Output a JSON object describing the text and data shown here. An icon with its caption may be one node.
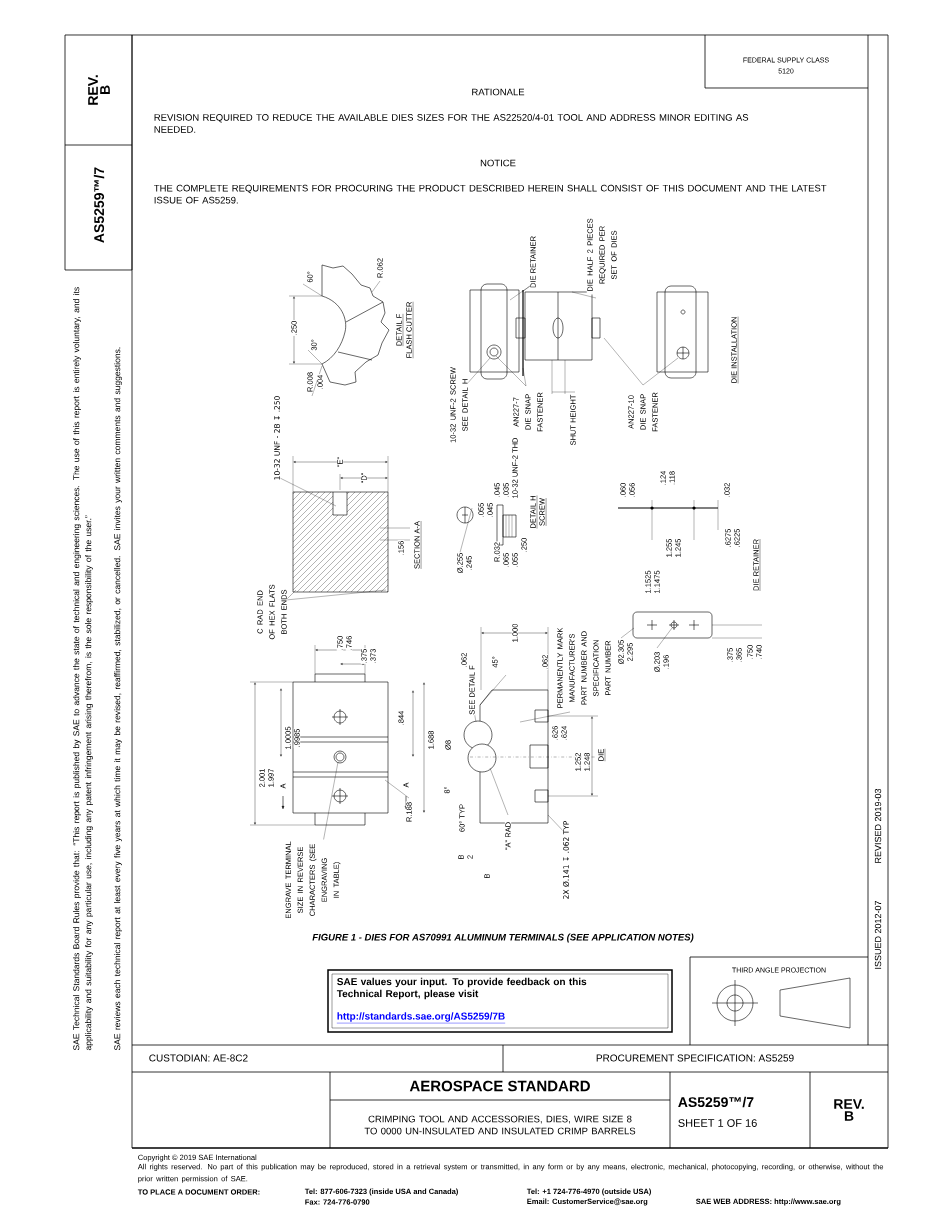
{
  "diagram": {
    "title": "AEROSPACE STANDARD",
    "caption": "FIGURE 1 - DIES FOR AS70991 ALUMINUM TERMINALS (SEE APPLICATION NOTES)",
    "labels": [
      "FEDERAL SUPPLY CLASS",
      "5120",
      "RATIONALE",
      "REVISION REQUIRED TO REDUCE THE AVAILABLE DIES SIZES FOR THE AS22520/4-01 TOOL AND ADDRESS MINOR EDITING AS NEEDED.",
      "NOTICE",
      "THE COMPLETE REQUIREMENTS FOR PROCURING THE PRODUCT DESCRIBED HEREIN SHALL CONSIST OF THIS DOCUMENT AND THE LATEST ISSUE OF AS5259.",
      "60°",
      "R.062",
      ".250",
      "30°",
      "R.008",
      ".004",
      "DETAIL F",
      "FLASH CUTTER",
      "10-32 UNF - 2B ↧ .250",
      "\"E\"",
      "\"D\"",
      ".156",
      "SECTION A-A",
      "C RAD END OF HEX FLATS BOTH ENDS",
      "10-32 UNF-2 SCREW SEE DETAIL H",
      "DIE RETAINER",
      "AN227-7 DIE SNAP FASTENER",
      "DIE HALF 2 PIECES REQUIRED PER SET OF DIES",
      "SHUT HEIGHT",
      "AN227-10 DIE SNAP FASTENER",
      "DIE INSTALLATION",
      "Ø.255",
      ".245",
      ".055",
      ".045",
      ".045",
      ".035",
      "10-32 UNF-2 THD",
      "R.032",
      ".065",
      ".055",
      ".250",
      "DETAIL H",
      "SCREW",
      ".060",
      ".056",
      ".124",
      ".118",
      ".032",
      "1.255",
      "1.245",
      ".6275",
      ".6225",
      "DIE RETAINER",
      "1.1525",
      "1.1475",
      "Ø2.305",
      "2.295",
      "Ø.203",
      ".196",
      ".375",
      ".365",
      ".750",
      ".740",
      "1.000",
      "45°",
      "SEE DETAIL F",
      ".062",
      ".062",
      "PERMANENTLY MARK MANUFACTURER'S PART NUMBER AND SPECIFICATION PART NUMBER",
      "2.001",
      "1.997",
      "1.0005",
      ".9985",
      ".750",
      ".746",
      ".375",
      ".373",
      ".844",
      "A",
      "A",
      "R.188",
      "1.688",
      "Ø8",
      ".626",
      ".624",
      "1.252",
      "1.248",
      "DIE",
      "8°",
      "ENGRAVE TERMINAL SIZE IN REVERSE CHARACTERS (SEE ENGRAVING IN TABLE)",
      "60° TYP",
      "B",
      "2",
      "B",
      "\"A\" RAD",
      "2X Ø.141 ↧ .062 TYP",
      "SAE values your input. To provide feedback on this Technical Report, please visit",
      "http://standards.sae.org/AS5259/7B",
      "THIRD ANGLE PROJECTION",
      "CUSTODIAN: AE-8C2",
      "PROCUREMENT SPECIFICATION: AS5259",
      "CRIMPING TOOL AND ACCESSORIES, DIES, WIRE SIZE 8 TO 0000 UN-INSULATED AND INSULATED CRIMP BARRELS",
      "AS5259™/7",
      "SHEET 1 OF 16",
      "REV. B",
      "REV. B",
      "AS5259™/7",
      "SAE Technical Standards Board Rules provide that: “This report is published by SAE to advance the state of technical and engineering sciences. The use of this report is entirely voluntary, and its applicability and suitability for any particular use, including any patent infringement arising therefrom, is the sole responsibility of the user.”",
      "SAE reviews each technical report at least every five years at which time it may be revised, reaffirmed, stabilized, or cancelled. SAE invites your written comments and suggestions.",
      "ISSUED 2012-07",
      "REVISED 2019-03",
      "Copyright © 2019 SAE International",
      "All rights reserved. No part of this publication may be reproduced, stored in a retrieval system or transmitted, in any form or by any means, electronic, mechanical, photocopying, recording, or otherwise, without the prior written permission of SAE.",
      "TO PLACE A DOCUMENT ORDER:",
      "Tel: 877-606-7323 (inside USA and Canada)",
      "Fax: 724-776-0790",
      "Tel: +1 724-776-4970 (outside USA)",
      "Email: CustomerService@sae.org",
      "SAE WEB ADDRESS: http://www.sae.org"
    ]
  }
}
